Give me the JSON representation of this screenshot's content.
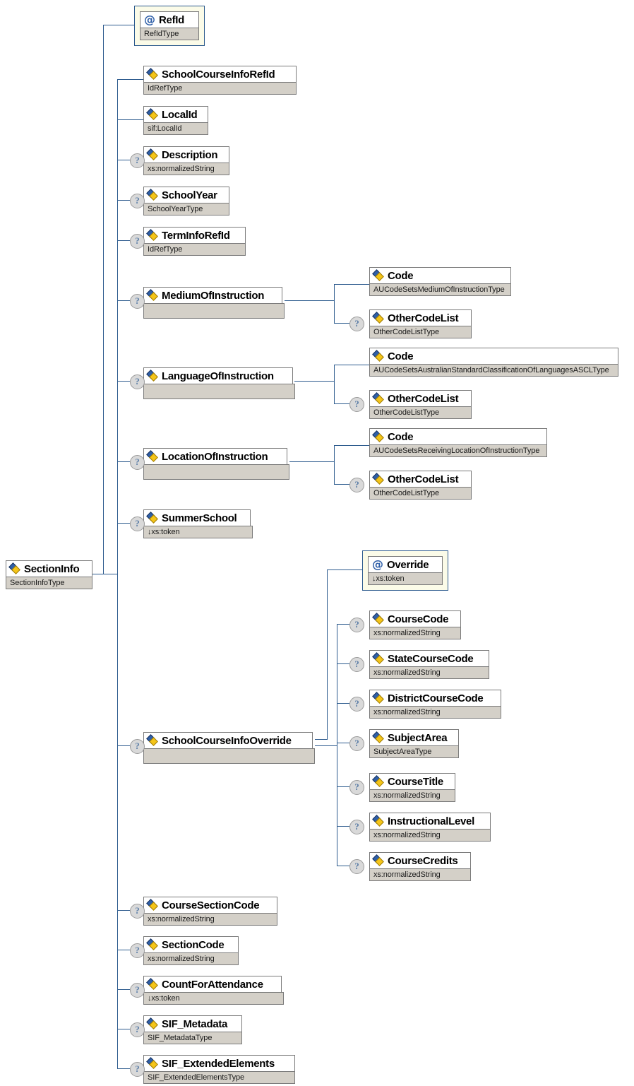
{
  "diagram": {
    "title": "SectionInfo",
    "root": {
      "name": "SectionInfo",
      "type": "SectionInfoType",
      "icon": "element-diamond-icon",
      "optional": false
    },
    "colors": {
      "line": "#2d5b8e",
      "type_bar": "#d4d0c8",
      "attribute_halo": "#fbfbe8",
      "node_border": "#7a7a7a",
      "icon_blue": "#2f5fa8",
      "icon_yellow": "#f5c518"
    },
    "legend": {
      "attribute_icon": "at-sign-icon",
      "element_icon": "element-diamond-icon",
      "optional_marker": "?"
    },
    "nodes": {
      "refid": {
        "name": "RefId",
        "type": "RefIdType",
        "kind": "attribute",
        "optional": false
      },
      "school_course_info_refid": {
        "name": "SchoolCourseInfoRefId",
        "type": "IdRefType",
        "kind": "element",
        "optional": false
      },
      "localid": {
        "name": "LocalId",
        "type": "sif:LocalId",
        "kind": "element",
        "optional": false
      },
      "description": {
        "name": "Description",
        "type": "xs:normalizedString",
        "kind": "element",
        "optional": true
      },
      "school_year": {
        "name": "SchoolYear",
        "type": "SchoolYearType",
        "kind": "element",
        "optional": true
      },
      "terminfo_refid": {
        "name": "TermInfoRefId",
        "type": "IdRefType",
        "kind": "element",
        "optional": true
      },
      "medium_of_instruction": {
        "name": "MediumOfInstruction",
        "type": "",
        "kind": "element",
        "optional": true
      },
      "medium_code": {
        "name": "Code",
        "type": "AUCodeSetsMediumOfInstructionType",
        "kind": "element",
        "optional": false
      },
      "medium_othercodelist": {
        "name": "OtherCodeList",
        "type": "OtherCodeListType",
        "kind": "element",
        "optional": true
      },
      "language_of_instruction": {
        "name": "LanguageOfInstruction",
        "type": "",
        "kind": "element",
        "optional": true
      },
      "language_code": {
        "name": "Code",
        "type": "AUCodeSetsAustralianStandardClassificationOfLanguagesASCLType",
        "kind": "element",
        "optional": false
      },
      "language_othercodelist": {
        "name": "OtherCodeList",
        "type": "OtherCodeListType",
        "kind": "element",
        "optional": true
      },
      "location_of_instruction": {
        "name": "LocationOfInstruction",
        "type": "",
        "kind": "element",
        "optional": true
      },
      "location_code": {
        "name": "Code",
        "type": "AUCodeSetsReceivingLocationOfInstructionType",
        "kind": "element",
        "optional": false
      },
      "location_othercodelist": {
        "name": "OtherCodeList",
        "type": "OtherCodeListType",
        "kind": "element",
        "optional": true
      },
      "summer_school": {
        "name": "SummerSchool",
        "type": "↓xs:token",
        "kind": "element",
        "optional": true
      },
      "school_course_info_override": {
        "name": "SchoolCourseInfoOverride",
        "type": "",
        "kind": "element",
        "optional": true
      },
      "override": {
        "name": "Override",
        "type": "↓xs:token",
        "kind": "attribute",
        "optional": false
      },
      "course_code": {
        "name": "CourseCode",
        "type": "xs:normalizedString",
        "kind": "element",
        "optional": true
      },
      "state_course_code": {
        "name": "StateCourseCode",
        "type": "xs:normalizedString",
        "kind": "element",
        "optional": true
      },
      "district_course_code": {
        "name": "DistrictCourseCode",
        "type": "xs:normalizedString",
        "kind": "element",
        "optional": true
      },
      "subject_area": {
        "name": "SubjectArea",
        "type": "SubjectAreaType",
        "kind": "element",
        "optional": true
      },
      "course_title": {
        "name": "CourseTitle",
        "type": "xs:normalizedString",
        "kind": "element",
        "optional": true
      },
      "instructional_level": {
        "name": "InstructionalLevel",
        "type": "xs:normalizedString",
        "kind": "element",
        "optional": true
      },
      "course_credits": {
        "name": "CourseCredits",
        "type": "xs:normalizedString",
        "kind": "element",
        "optional": true
      },
      "course_section_code": {
        "name": "CourseSectionCode",
        "type": "xs:normalizedString",
        "kind": "element",
        "optional": true
      },
      "section_code": {
        "name": "SectionCode",
        "type": "xs:normalizedString",
        "kind": "element",
        "optional": true
      },
      "count_for_attendance": {
        "name": "CountForAttendance",
        "type": "↓xs:token",
        "kind": "element",
        "optional": true
      },
      "sif_metadata": {
        "name": "SIF_Metadata",
        "type": "SIF_MetadataType",
        "kind": "element",
        "optional": true
      },
      "sif_extended_elements": {
        "name": "SIF_ExtendedElements",
        "type": "SIF_ExtendedElementsType",
        "kind": "element",
        "optional": true
      }
    }
  }
}
